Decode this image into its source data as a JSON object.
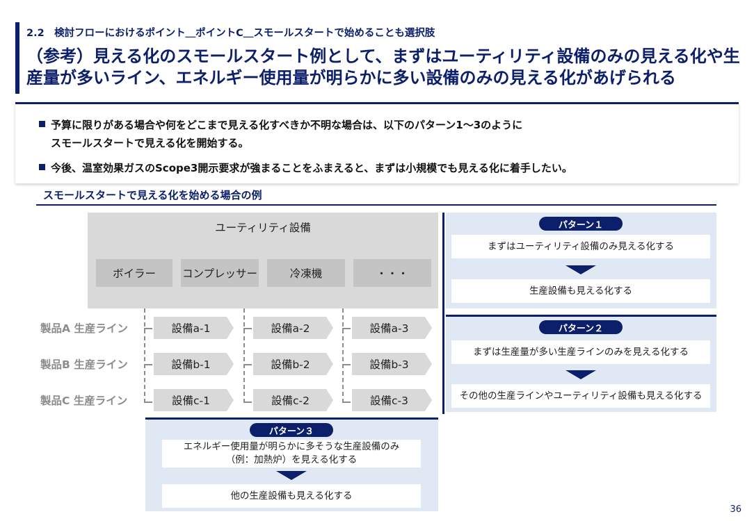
{
  "header": {
    "section": "2.2　検討フローにおけるポイント＿ポイントC＿スモールスタートで始めることも選択肢",
    "title": "（参考）見える化のスモールスタート例として、まずはユーティリティ設備のみの見える化や生産量が多いライン、エネルギー使用量が明らかに多い設備のみの見える化があげられる"
  },
  "bullets": {
    "b1_line1": "予算に限りがある場合や何をどこまで見える化すべきか不明な場合は、以下のパターン1〜3のように",
    "b1_line2": "スモールスタートで見える化を開始する。",
    "b2": "今後、温室効果ガスのScope3開示要求が強まることをふまえると、まずは小規模でも見える化に着手したい。"
  },
  "example": {
    "heading": "スモールスタートで見える化を始める場合の例",
    "utility": {
      "title": "ユーティリティ設備",
      "items": [
        "ボイラー",
        "コンプレッサー",
        "冷凍機",
        "・・・"
      ]
    },
    "lines": [
      {
        "label": "製品A 生産ライン",
        "equipment": [
          "設備a-1",
          "設備a-2",
          "設備a-3"
        ]
      },
      {
        "label": "製品B 生産ライン",
        "equipment": [
          "設備b-1",
          "設備b-2",
          "設備b-3"
        ]
      },
      {
        "label": "製品C 生産ライン",
        "equipment": [
          "設備c-1",
          "設備c-2",
          "設備c-3"
        ]
      }
    ],
    "patterns": [
      {
        "label": "パターン１",
        "step1": "まずはユーティリティ設備のみ見える化する",
        "step2": "生産設備も見える化する"
      },
      {
        "label": "パターン２",
        "step1": "まずは生産量が多い生産ラインのみを見える化する",
        "step2": "その他の生産ラインやユーティリティ設備も見える化する"
      },
      {
        "label": "パターン３",
        "step1_line1": "エネルギー使用量が明らかに多そうな生産設備のみ",
        "step1_line2": "（例：加熱炉）を見える化する",
        "step2": "他の生産設備も見える化する"
      }
    ]
  },
  "page_number": "36",
  "colors": {
    "navy": "#0b1f6b",
    "panel": "#dfe8f3",
    "utility_bg": "#d9d9d9",
    "item_bg": "#c4c4c4",
    "muted_text": "#8c8c8c"
  }
}
